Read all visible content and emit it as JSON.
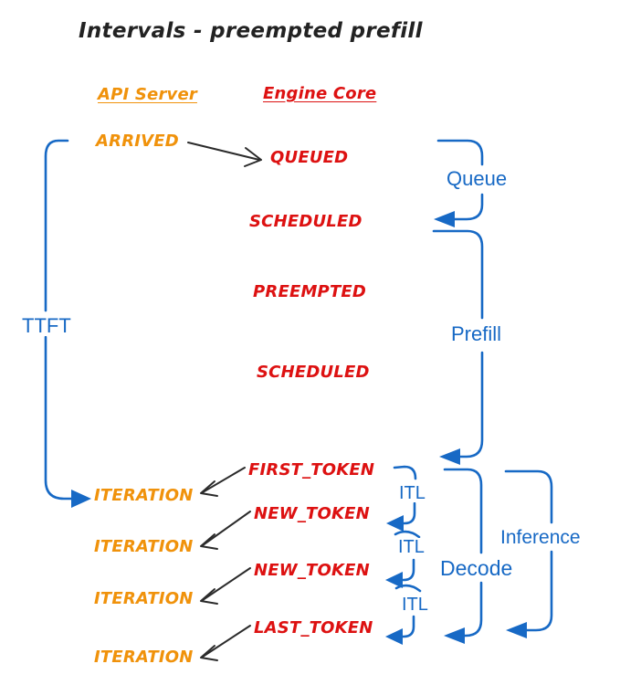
{
  "title": "Intervals - preempted prefill",
  "columns": {
    "api_server": "API Server",
    "engine_core": "Engine Core"
  },
  "api_events": [
    "ARRIVED",
    "ITERATION",
    "ITERATION",
    "ITERATION",
    "ITERATION"
  ],
  "engine_events": [
    "QUEUED",
    "SCHEDULED",
    "PREEMPTED",
    "SCHEDULED",
    "FIRST_TOKEN",
    "NEW_TOKEN",
    "NEW_TOKEN",
    "LAST_TOKEN"
  ],
  "intervals": {
    "ttft": "TTFT",
    "queue": "Queue",
    "prefill": "Prefill",
    "itl": [
      "ITL",
      "ITL",
      "ITL"
    ],
    "decode": "Decode",
    "inference": "Inference"
  },
  "colors": {
    "api_orange": "#f0920b",
    "engine_red": "#dd1111",
    "interval_blue": "#1769c5",
    "ink_black": "#222222"
  }
}
